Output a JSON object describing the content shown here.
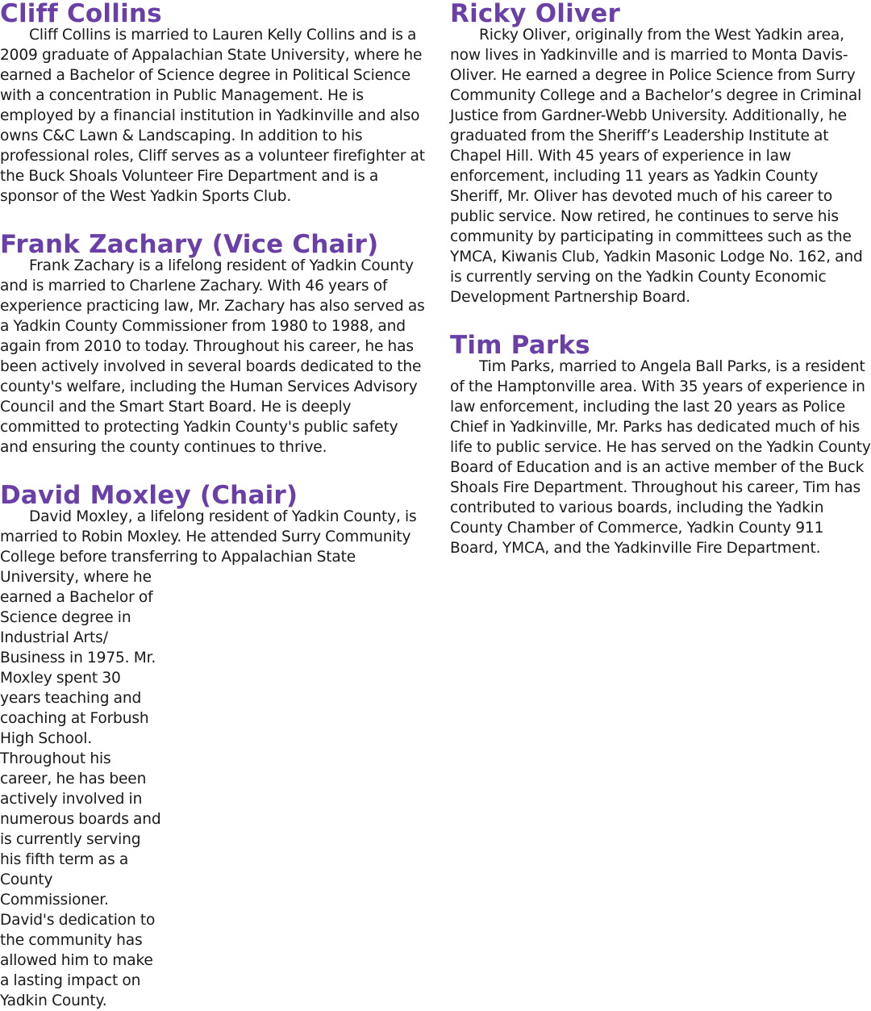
{
  "left_column": {
    "bios": [
      {
        "name": "Cliff Collins",
        "text": "Cliff Collins is married to Lauren Kelly Collins and is a 2009 graduate of Appalachian State University, where he earned a Bachelor of Science degree in Political Science with a concentration in Public Management. He is employed by a financial institution in Yadkinville and also owns C&C Lawn & Landscaping. In addition to his professional roles, Cliff serves as a volunteer firefighter at the Buck Shoals Volunteer Fire Department and is a sponsor of the West Yadkin Sports Club."
      },
      {
        "name": "Frank Zachary (Vice Chair)",
        "text": "Frank Zachary is a lifelong resident of Yadkin County and is married to Charlene Zachary. With 46 years of experience practicing law, Mr. Zachary has also served as a Yadkin County Commissioner from 1980 to 1988, and again from 2010 to today. Throughout his career, he has been actively involved in several boards dedicated to the county's welfare, including the Human Services Advisory Council and the Smart Start Board. He is deeply committed to protecting Yadkin County's public safety and ensuring the county continues to thrive."
      },
      {
        "name": "David Moxley (Chair)",
        "text_top": "David Moxley, a lifelong resident of Yadkin County, is married to Robin Moxley. He attended Surry Community College before transferring to Appalachian State",
        "text_rest": "University, where he earned a Bachelor of Science degree in Industrial Arts/ Business in 1975. Mr. Moxley spent 30 years teaching and coaching at Forbush High School. Throughout his career, he has been actively involved in numerous boards and is currently serving his fifth term as a County Commissioner. David's dedication to the community has allowed him to make a lasting impact on Yadkin County."
      }
    ]
  },
  "right_column": {
    "bios": [
      {
        "name": "Ricky Oliver",
        "text": "Ricky Oliver, originally from the West Yadkin area, now lives in Yadkinville and is married to Monta Davis-Oliver. He earned a degree in Police Science from Surry Community College and a Bachelor’s degree in Criminal Justice from Gardner-Webb University. Additionally, he graduated from the Sheriff’s Leadership Institute at Chapel Hill. With 45 years of experience in law enforcement, including 11 years as Yadkin County Sheriff, Mr. Oliver has devoted much of his career to public service. Now retired, he continues to serve his community by participating in committees such as the YMCA, Kiwanis Club, Yadkin Masonic Lodge No. 162, and is currently serving on the Yadkin County Economic Development Partnership Board."
      },
      {
        "name": "Tim Parks",
        "text": "Tim Parks, married to Angela Ball Parks, is a resident of the Hamptonville area. With 35 years of experience in law enforcement, including the last 20 years as Police Chief in Yadkinville, Mr. Parks has dedicated much of his life to public service. He has served on the Yadkin County Board of Education and is an active member of the Buck Shoals Fire Department. Throughout his career, Tim has contributed to various boards, including the Yadkin County Chamber of Commerce, Yadkin County 911 Board, YMCA, and the Yadkinville Fire Department."
      }
    ]
  },
  "colors": {
    "name_heading": "#6a3fa6",
    "body_text": "#1a1a1a"
  }
}
